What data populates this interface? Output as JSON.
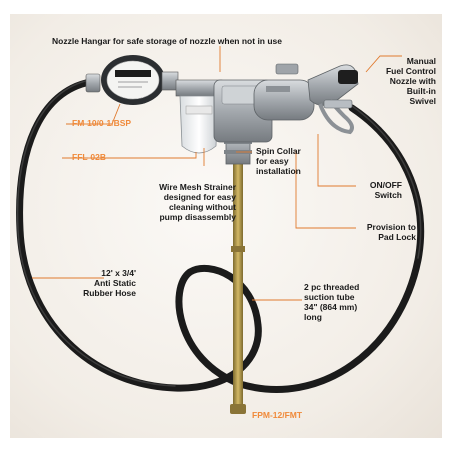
{
  "colors": {
    "accent": "#f08a3a",
    "leader": "#e07a2e",
    "hose": "#1b1b1b",
    "metal": "#9aa0a6",
    "brass": "#b89a4c",
    "background": "#f2ede6"
  },
  "labels": {
    "hangar": "Nozzle Hangar for safe storage of nozzle when not in use",
    "nozzle": "Manual\nFuel Control\nNozzle with\nBuilt-in\nSwivel",
    "spin_collar": "Spin Collar\nfor easy\ninstallation",
    "onoff": "ON/OFF\nSwitch",
    "strainer": "Wire Mesh Strainer\ndesigned for easy\ncleaning without\npump disassembly",
    "padlock": "Provision to\nPad Lock",
    "hose": "12' x 3/4'\nAnti Static\nRubber Hose",
    "suction": "2 pc threaded\nsuction tube\n34\" (864 mm)\nlong"
  },
  "codes": {
    "meter": "FM-10/0-1/BSP",
    "filter": "FFL-02B",
    "pump": "FPM-12/FMT"
  }
}
